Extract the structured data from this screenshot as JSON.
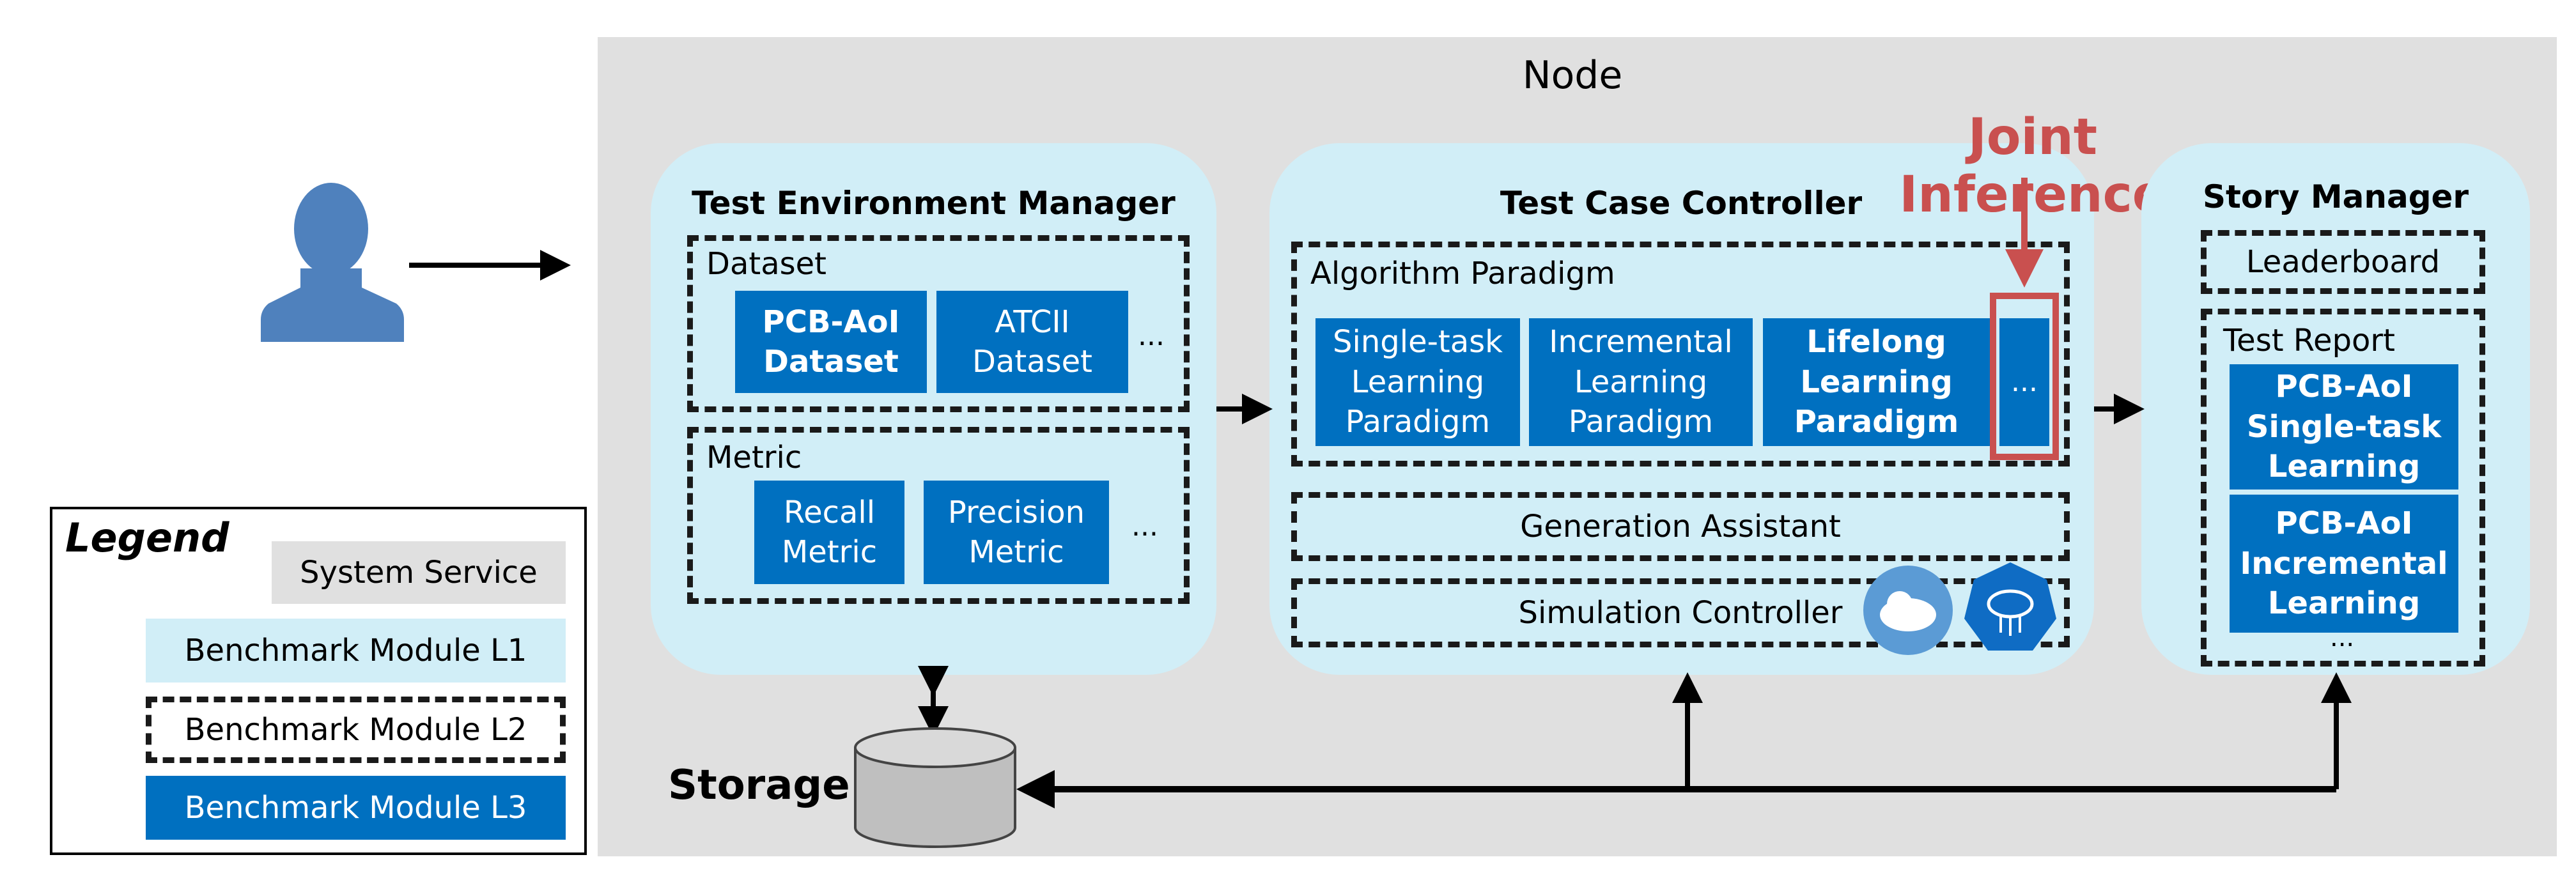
{
  "node": {
    "title": "Node"
  },
  "joint_inference": {
    "label": "Joint Inference"
  },
  "test_env_manager": {
    "title": "Test Environment Manager",
    "dataset": {
      "label": "Dataset",
      "items": [
        "PCB-AoI\nDataset",
        "ATCII\nDataset"
      ],
      "more": "..."
    },
    "metric": {
      "label": "Metric",
      "items": [
        "Recall\nMetric",
        "Precision\nMetric"
      ],
      "more": "..."
    }
  },
  "test_case_controller": {
    "title": "Test Case Controller",
    "algorithm_paradigm": {
      "label": "Algorithm Paradigm",
      "items": [
        "Single-task\nLearning\nParadigm",
        "Incremental\nLearning\nParadigm",
        "Lifelong\nLearning\nParadigm"
      ],
      "more": "..."
    },
    "generation_assistant": "Generation Assistant",
    "simulation_controller": "Simulation Controller"
  },
  "story_manager": {
    "title": "Story Manager",
    "leaderboard": "Leaderboard",
    "test_report": {
      "label": "Test Report",
      "items": [
        "PCB-AoI\nSingle-task\nLearning",
        "PCB-AoI\nIncremental\nLearning"
      ],
      "more": "..."
    }
  },
  "storage": {
    "label": "Storage"
  },
  "legend": {
    "title": "Legend",
    "items": [
      "System Service",
      "Benchmark Module L1",
      "Benchmark Module L2",
      "Benchmark Module L3"
    ]
  },
  "colors": {
    "node_bg": "#e0e0e0",
    "l1": "#d1eef7",
    "l3": "#0070c0",
    "joint_inference": "#c9504f",
    "user_icon": "#4f81bd"
  }
}
